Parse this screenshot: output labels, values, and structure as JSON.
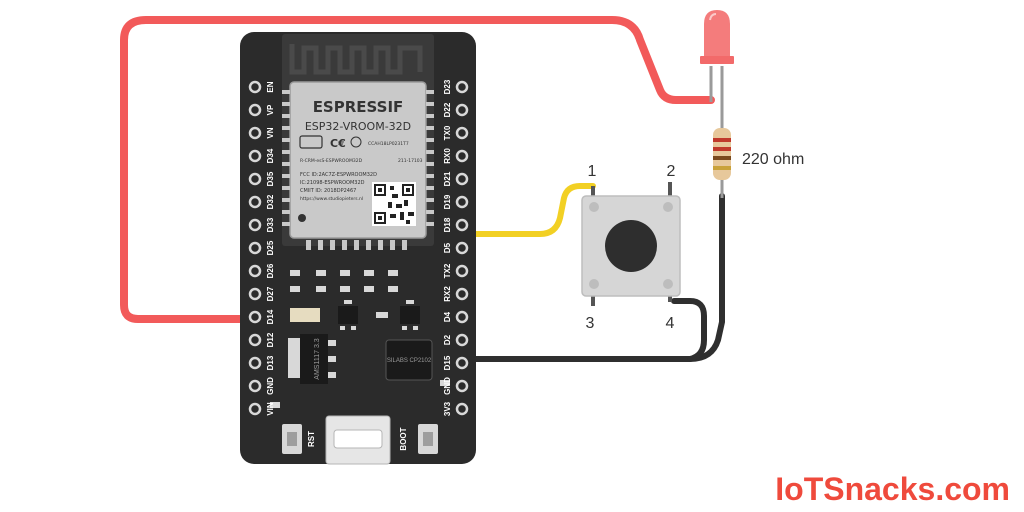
{
  "board": {
    "brand": "ESPRESSIF",
    "model": "ESP32-VROOM-32D",
    "fcc_lines": [
      "FCC ID:2AC7Z-ESPWROOM32D",
      "IC:21098-ESPWROOM32D",
      "CMIIT ID: 2018DP2467",
      "https://www.studiopieters.nl"
    ],
    "cert_small_1": "R-CRM-esS-ESPWROOM32D",
    "cert_small_2": "CCAH18LP0231T7",
    "cert_small_3": "211-17103",
    "regulator_text": "AMS1117 3.3",
    "usb_chip_text": "SILABS CP2102",
    "left_pins": [
      "EN",
      "VP",
      "VN",
      "D34",
      "D35",
      "D32",
      "D33",
      "D25",
      "D26",
      "D27",
      "D14",
      "D12",
      "D13",
      "GND",
      "VIN"
    ],
    "right_pins": [
      "D23",
      "D22",
      "TX0",
      "RX0",
      "D21",
      "D19",
      "D18",
      "D5",
      "TX2",
      "RX2",
      "D4",
      "D2",
      "D15",
      "GND",
      "3V3"
    ],
    "btn_rst": "RST",
    "btn_boot": "BOOT"
  },
  "button": {
    "pin1": "1",
    "pin2": "2",
    "pin3": "3",
    "pin4": "4"
  },
  "resistor_label": "220 ohm",
  "watermark": "IoTSnacks.com",
  "colors": {
    "red_wire": "#f25a5a",
    "yellow_wire": "#f2d024",
    "black_wire": "#2f2f2f",
    "board": "#2b2b2b",
    "led": "#f47c7c",
    "watermark": "#ef4a3c"
  }
}
